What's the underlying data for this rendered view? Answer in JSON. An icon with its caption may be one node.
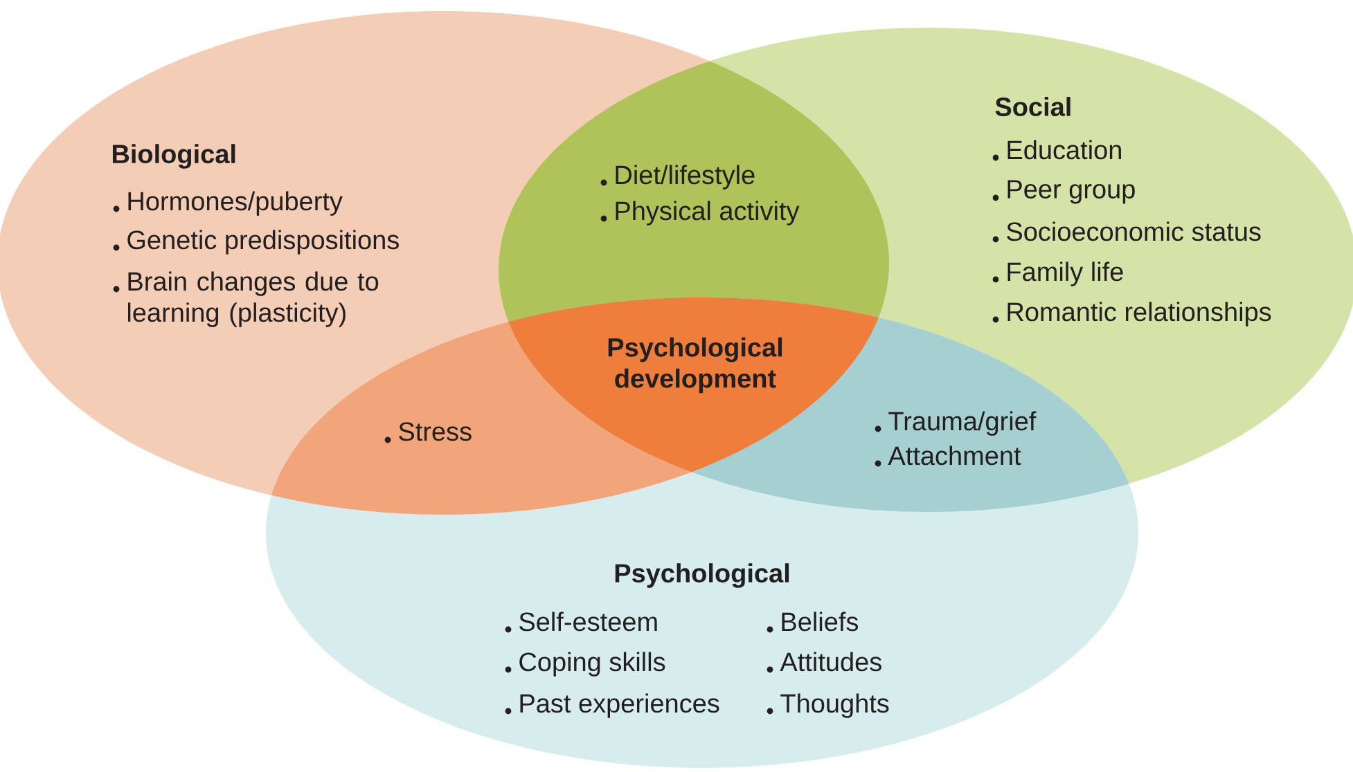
{
  "diagram": {
    "nodes": [
      {
        "text": [
          "Biological",
          "Hormones/puberty",
          "Genetic predispositions",
          "Brain changes due to learning (plasticity)"
        ]
      },
      {
        "text": [
          "Social",
          "Education",
          "Peer group",
          "Socioeconomic status",
          "Family life",
          "Romantic relationships"
        ]
      },
      {
        "text": [
          "Diet/lifestyle",
          "Physical activity"
        ]
      },
      {
        "text": [
          "Psychological development"
        ]
      },
      {
        "text": [
          "Stress"
        ]
      },
      {
        "text": [
          "Trauma/grief",
          "Attachment"
        ]
      },
      {
        "text": [
          "Psychological",
          "Self-esteem",
          "Coping skills",
          "Past experiences",
          "Beliefs",
          "Attitudes",
          "Thoughts"
        ]
      }
    ]
  }
}
